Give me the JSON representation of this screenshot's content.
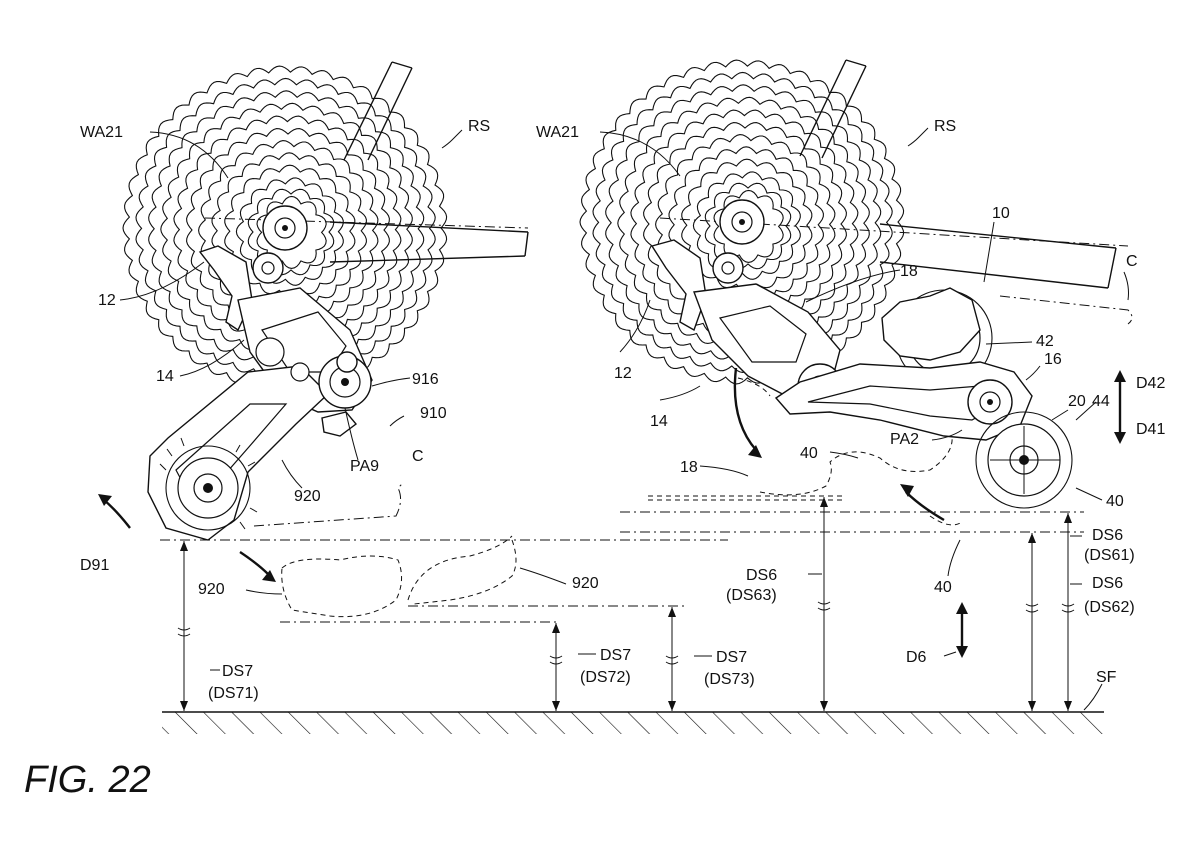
{
  "figure": {
    "title": "FIG. 22"
  },
  "left_view": {
    "labels": {
      "wa": "WA21",
      "rs": "RS",
      "n12": "12",
      "n14": "14",
      "n916": "916",
      "n910": "910",
      "pa": "PA9",
      "c": "C",
      "n920_a": "920",
      "d91": "D91",
      "n920_b": "920",
      "n920_c": "920",
      "ds7_a": "DS7",
      "ds71": "(DS71)",
      "ds7_b": "DS7",
      "ds72": "(DS72)",
      "ds7_c": "DS7",
      "ds73": "(DS73)"
    }
  },
  "right_view": {
    "labels": {
      "wa": "WA21",
      "rs": "RS",
      "n10": "10",
      "c": "C",
      "n18_a": "18",
      "n12": "12",
      "n42": "42",
      "n16": "16",
      "d42": "D42",
      "n20": "20",
      "n44": "44",
      "d41": "D41",
      "n14": "14",
      "pa2": "PA2",
      "n18_b": "18",
      "n40_a": "40",
      "n40_b": "40",
      "ds6_a": "DS6",
      "ds61": "(DS61)",
      "ds6_b": "DS6",
      "ds63": "(DS63)",
      "ds6_c": "DS6",
      "ds62": "(DS62)",
      "n40_c": "40",
      "d6": "D6",
      "sf": "SF"
    }
  }
}
